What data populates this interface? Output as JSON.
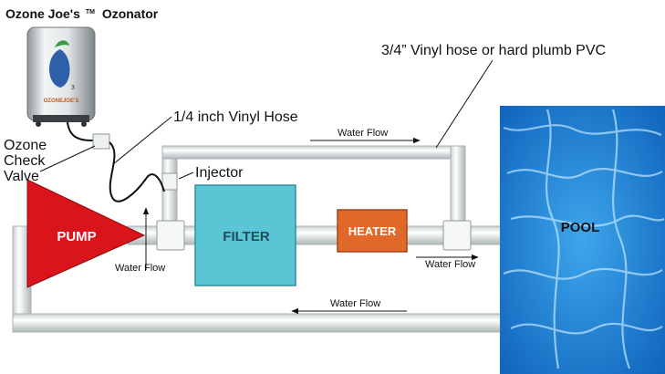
{
  "product": {
    "title_brand": "Ozone Joe's",
    "title_tm": "TM",
    "title_product": "Ozonator",
    "unit_label": "OZONEJOE'S"
  },
  "labels": {
    "check_valve": [
      "Ozone",
      "Check",
      "Valve"
    ],
    "vinyl_hose": "1/4 inch Vinyl Hose",
    "main_hose": "3/4” Vinyl hose or hard plumb PVC",
    "injector": "Injector"
  },
  "components": {
    "pump": "PUMP",
    "filter": "FILTER",
    "heater": "HEATER",
    "pool": "POOL"
  },
  "flow_labels": {
    "top_loop": "Water Flow",
    "below_pump": "Water Flow",
    "after_heater": "Water Flow",
    "return_line": "Water Flow"
  },
  "colors": {
    "pump": "#d9151b",
    "filter": "#5bc5d6",
    "heater": "#e0692a",
    "pool": "#1a7ad0",
    "pipe": "#e9ecec",
    "pipe_edge": "#9aa3a5"
  }
}
